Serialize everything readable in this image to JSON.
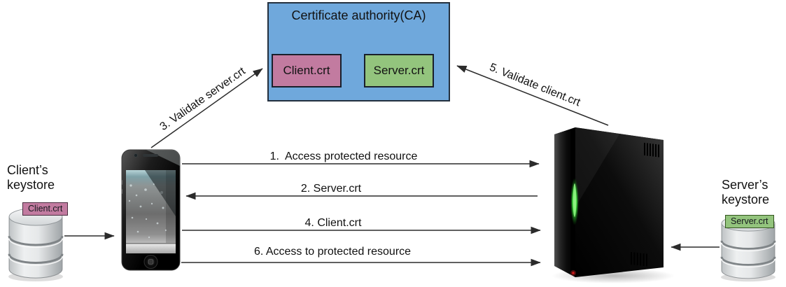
{
  "ca_box": {
    "title": "Certificate authority(CA)",
    "fill": "#6fa8dc",
    "client_cert": {
      "label": "Client.crt",
      "fill": "#c27ba0"
    },
    "server_cert": {
      "label": "Server.crt",
      "fill": "#93c47d"
    }
  },
  "client_keystore": {
    "title_line1": "Client’s",
    "title_line2": "keystore",
    "cert_label": "Client.crt",
    "cert_fill": "#c27ba0"
  },
  "server_keystore": {
    "title_line1": "Server’s",
    "title_line2": "keystore",
    "cert_label": "Server.crt",
    "cert_fill": "#93c47d"
  },
  "steps": {
    "step1": "1.  Access protected resource",
    "step2": "2. Server.crt",
    "step3": "3. Validate server.crt",
    "step4": "4. Client.crt",
    "step5": "5. Validate client.crt",
    "step6": "6. Access to protected resource"
  },
  "icons": {
    "client_device": "smartphone-icon",
    "server_device": "server-tower-icon",
    "client_store": "database-cylinder-icon",
    "server_store": "database-cylinder-icon"
  },
  "line_color": "#2b2b2b"
}
